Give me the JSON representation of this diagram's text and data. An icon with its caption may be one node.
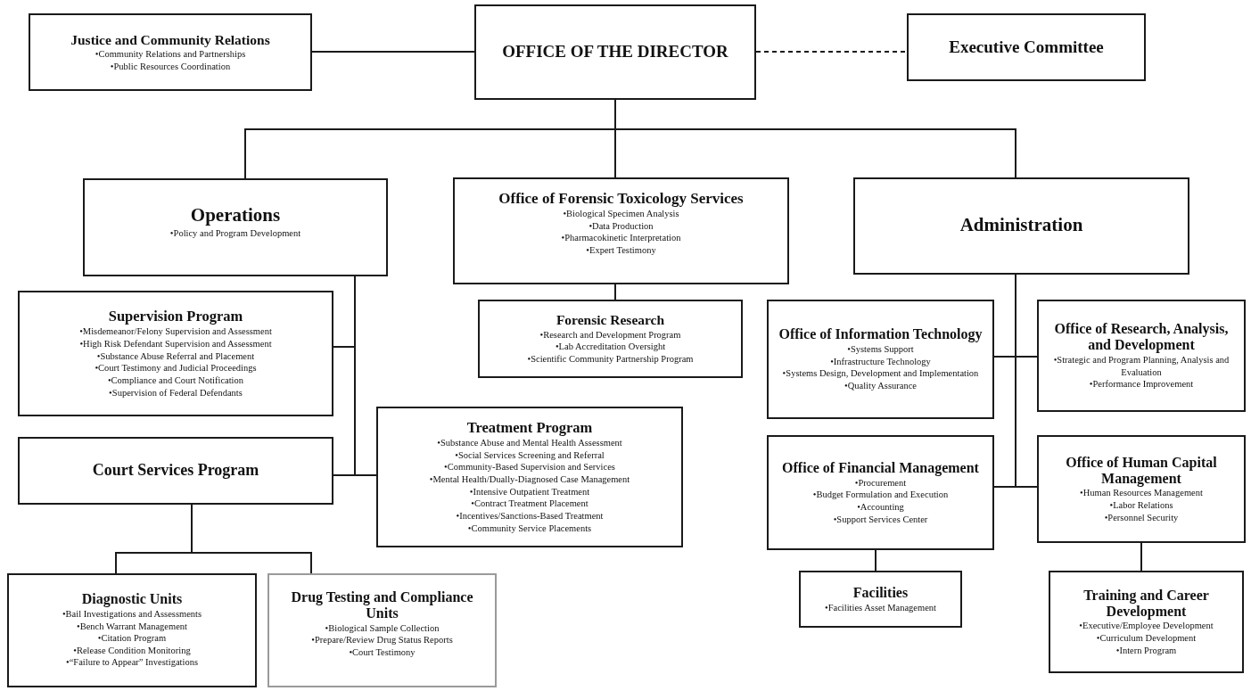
{
  "diagram": {
    "nodes": [
      {
        "text": [
          "OFFICE OF THE DIRECTOR"
        ]
      },
      {
        "text": [
          "Justice and Community Relations",
          "•Community Relations and Partnerships",
          "•Public Resources Coordination"
        ]
      },
      {
        "text": [
          "Executive Committee"
        ]
      },
      {
        "text": [
          "Operations",
          "•Policy and Program Development"
        ]
      },
      {
        "text": [
          "Office of  Forensic Toxicology Services",
          "•Biological Specimen Analysis",
          "•Data Production",
          "•Pharmacokinetic Interpretation",
          "•Expert Testimony"
        ]
      },
      {
        "text": [
          "Administration"
        ]
      },
      {
        "text": [
          "Supervision Program",
          "•Misdemeanor/Felony Supervision and Assessment",
          "•High Risk Defendant Supervision and Assessment",
          "•Substance Abuse Referral and Placement",
          "•Court Testimony and Judicial Proceedings",
          "•Compliance and Court Notification",
          "•Supervision of Federal Defendants"
        ]
      },
      {
        "text": [
          "Court Services Program"
        ]
      },
      {
        "text": [
          "Treatment Program",
          "•Substance Abuse and Mental Health Assessment",
          "•Social Services Screening and Referral",
          "•Community-Based Supervision and Services",
          "•Mental Health/Dually-Diagnosed Case Management",
          "•Intensive Outpatient Treatment",
          "•Contract Treatment Placement",
          "•Incentives/Sanctions-Based Treatment",
          "•Community Service Placements"
        ]
      },
      {
        "text": [
          "Forensic Research",
          "•Research and Development Program",
          "•Lab Accreditation Oversight",
          "•Scientific Community Partnership Program"
        ]
      },
      {
        "text": [
          "Office of Information Technology",
          "•Systems Support",
          "•Infrastructure Technology",
          "•Systems Design, Development and Implementation",
          "•Quality Assurance"
        ]
      },
      {
        "text": [
          "Office of Research, Analysis, and Development",
          "•Strategic and Program Planning, Analysis and Evaluation",
          "•Performance Improvement"
        ]
      },
      {
        "text": [
          "Office of Financial Management",
          "•Procurement",
          "•Budget Formulation and Execution",
          "•Accounting",
          "•Support Services Center"
        ]
      },
      {
        "text": [
          "Office of Human Capital Management",
          "•Human Resources Management",
          "•Labor Relations",
          "•Personnel Security"
        ]
      },
      {
        "text": [
          "Facilities",
          "•Facilities Asset Management"
        ]
      },
      {
        "text": [
          "Training and Career Development",
          "•Executive/Employee Development",
          "•Curriculum Development",
          "•Intern Program"
        ]
      },
      {
        "text": [
          "Diagnostic Units",
          "•Bail Investigations and Assessments",
          "•Bench Warrant Management",
          "•Citation Program",
          "•Release Condition Monitoring",
          "•“Failure to Appear” Investigations"
        ]
      },
      {
        "text": [
          "Drug Testing and Compliance Units",
          "•Biological Sample Collection",
          "•Prepare/Review Drug Status Reports",
          "•Court Testimony"
        ]
      }
    ],
    "edges": [
      {
        "from": 0,
        "to": 1,
        "arrow": "none"
      },
      {
        "from": 0,
        "to": 2,
        "arrow": "none",
        "style": "dashed"
      },
      {
        "from": 0,
        "to": 3,
        "arrow": "none"
      },
      {
        "from": 0,
        "to": 4,
        "arrow": "none"
      },
      {
        "from": 0,
        "to": 5,
        "arrow": "none"
      },
      {
        "from": 3,
        "to": 6,
        "arrow": "none"
      },
      {
        "from": 3,
        "to": 7,
        "arrow": "none"
      },
      {
        "from": 3,
        "to": 8,
        "arrow": "none"
      },
      {
        "from": 4,
        "to": 9,
        "arrow": "none"
      },
      {
        "from": 5,
        "to": 10,
        "arrow": "none"
      },
      {
        "from": 5,
        "to": 11,
        "arrow": "none"
      },
      {
        "from": 5,
        "to": 12,
        "arrow": "none"
      },
      {
        "from": 5,
        "to": 13,
        "arrow": "none"
      },
      {
        "from": 7,
        "to": 16,
        "arrow": "none"
      },
      {
        "from": 7,
        "to": 17,
        "arrow": "none"
      },
      {
        "from": 12,
        "to": 14,
        "arrow": "none"
      },
      {
        "from": 13,
        "to": 15,
        "arrow": "none"
      }
    ]
  }
}
